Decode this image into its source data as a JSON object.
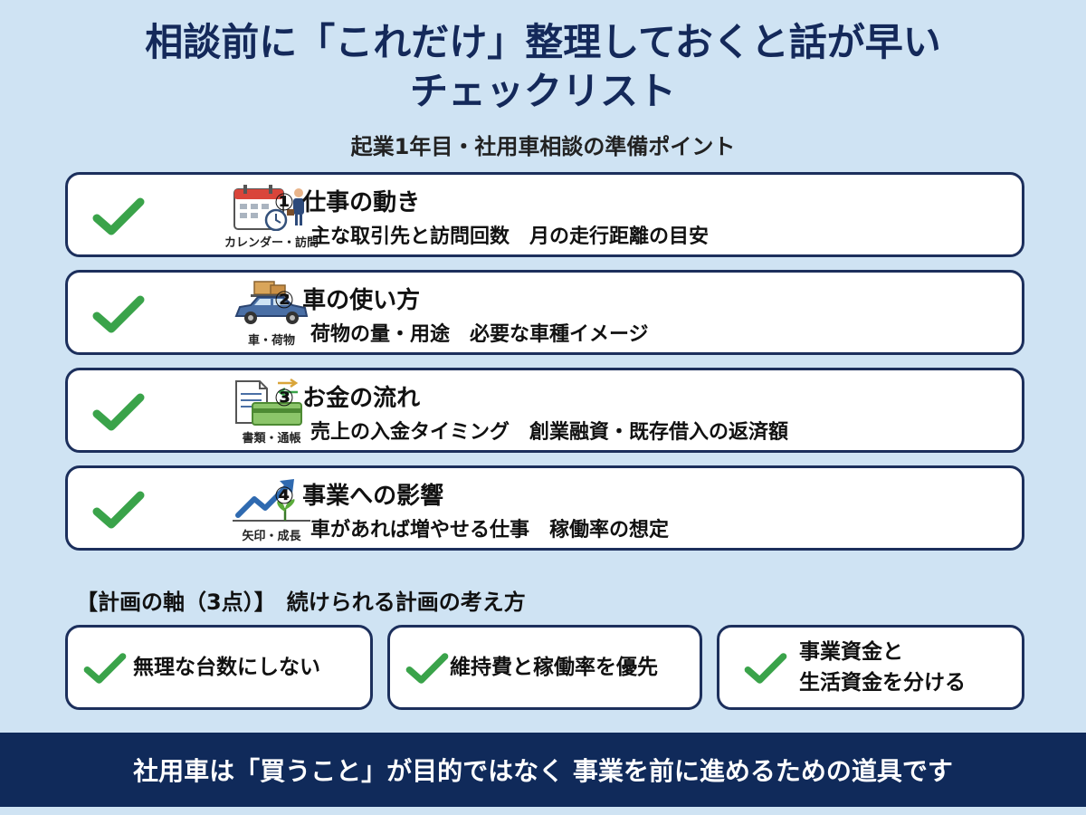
{
  "title": {
    "line1": "相談前に「これだけ」整理しておくと話が早い",
    "line2": "チェックリスト"
  },
  "subtitle": "起業1年目・社用車相談の準備ポイント",
  "colors": {
    "navy": "#1c2f5c",
    "check_green": "#3aa34a",
    "background": "#cfe3f3",
    "footer_bg": "#102a5a"
  },
  "checklist": [
    {
      "title": "① 仕事の動き",
      "description": "主な取引先と訪問回数　月の走行距離の目安",
      "icon": "calendar-visit-icon",
      "icon_label": "カレンダー・訪問"
    },
    {
      "title": "② 車の使い方",
      "description": "荷物の量・用途　必要な車種イメージ",
      "icon": "car-luggage-icon",
      "icon_label": "車・荷物"
    },
    {
      "title": "③ お金の流れ",
      "description": "売上の入金タイミング　創業融資・既存借入の返済額",
      "icon": "documents-passbook-icon",
      "icon_label": "書類・通帳"
    },
    {
      "title": "④ 事業への影響",
      "description": "車があれば増やせる仕事　稼働率の想定",
      "icon": "growth-arrow-icon",
      "icon_label": "矢印・成長"
    }
  ],
  "plan_section": {
    "heading": "【計画の軸（3点）】　続けられる計画の考え方",
    "items": [
      {
        "text": "無理な台数にしない"
      },
      {
        "text": "維持費と稼働率を優先"
      },
      {
        "line1": "事業資金と",
        "line2": "生活資金を分ける"
      }
    ]
  },
  "footer": "社用車は「買うこと」が目的ではなく 事業を前に進めるための道具です"
}
